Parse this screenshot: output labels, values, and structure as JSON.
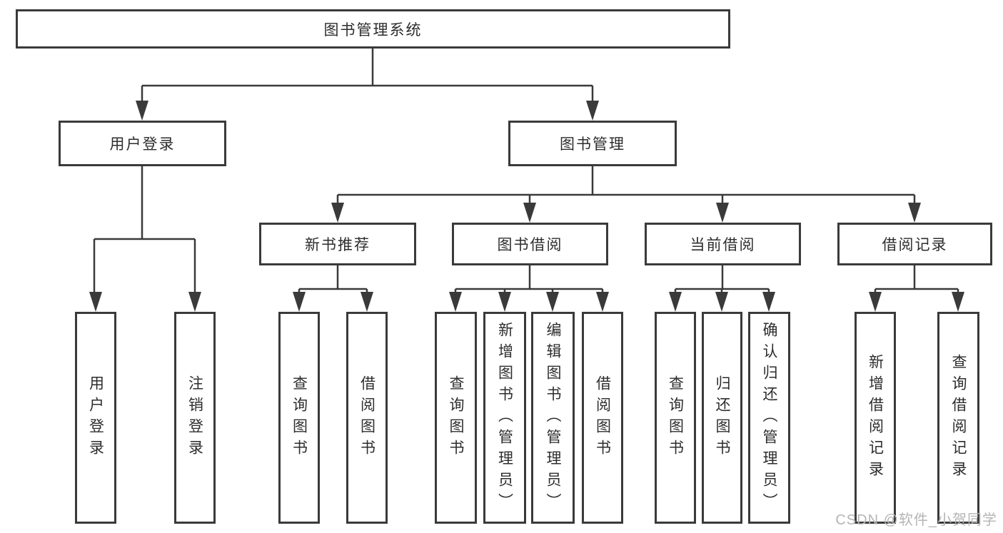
{
  "diagram_type": "hierarchy-tree",
  "colors": {
    "line": "#3a3a3a",
    "box_border": "#3a3a3a",
    "text": "#2d2d2d",
    "watermark": "#b5b5b5",
    "background": "#ffffff"
  },
  "tree": {
    "label": "图书管理系统",
    "children": [
      {
        "label": "用户登录",
        "children": [
          {
            "label": "用户登录"
          },
          {
            "label": "注销登录"
          }
        ]
      },
      {
        "label": "图书管理",
        "children": [
          {
            "label": "新书推荐",
            "children": [
              {
                "label": "查询图书"
              },
              {
                "label": "借阅图书"
              }
            ]
          },
          {
            "label": "图书借阅",
            "children": [
              {
                "label": "查询图书"
              },
              {
                "label": "新增图书（管理员）"
              },
              {
                "label": "编辑图书（管理员）"
              },
              {
                "label": "借阅图书"
              }
            ]
          },
          {
            "label": "当前借阅",
            "children": [
              {
                "label": "查询图书"
              },
              {
                "label": "归还图书"
              },
              {
                "label": "确认归还（管理员）"
              }
            ]
          },
          {
            "label": "借阅记录",
            "children": [
              {
                "label": "新增借阅记录"
              },
              {
                "label": "查询借阅记录"
              }
            ]
          }
        ]
      }
    ]
  },
  "watermark": {
    "text": "CSDN @软件_小贺同学"
  }
}
